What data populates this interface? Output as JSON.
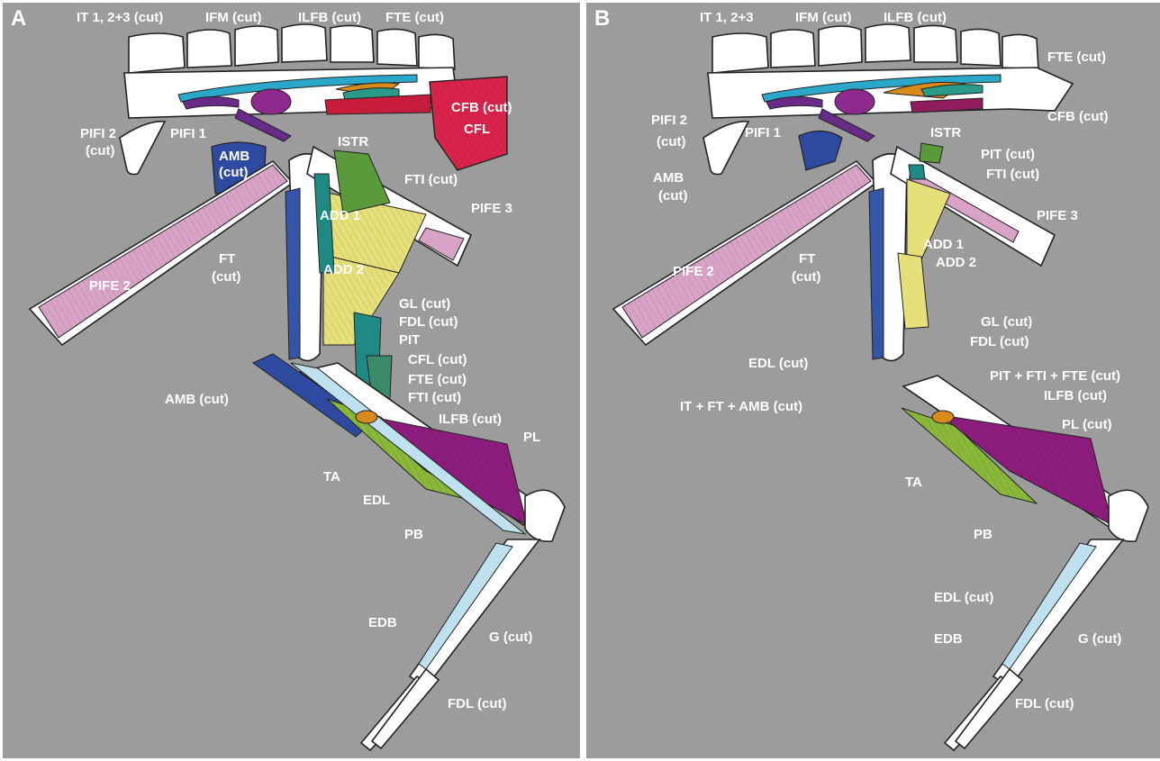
{
  "panels": [
    {
      "label": "A",
      "labels": {
        "it": "IT 1, 2+3 (cut)",
        "ifm": "IFM (cut)",
        "ilfb_top": "ILFB (cut)",
        "fte_top": "FTE (cut)",
        "pifi2_line1": "PIFI 2",
        "pifi2_line2": "(cut)",
        "pifi1": "PIFI 1",
        "amb_line1": "AMB",
        "amb_line2": "(cut)",
        "cfb_cut": "CFB (cut)",
        "cfl": "CFL",
        "istr": "ISTR",
        "fti_cut": "FTI (cut)",
        "add1": "ADD 1",
        "pife3": "PIFE 3",
        "ft_line1": "FT",
        "ft_line2": "(cut)",
        "add2": "ADD 2",
        "pife2": "PIFE 2",
        "gl_cut": "GL (cut)",
        "fdl_cut_upper": "FDL (cut)",
        "pit": "PIT",
        "cfl_cut": "CFL (cut)",
        "fte_cut": "FTE (cut)",
        "fti_cut2": "FTI (cut)",
        "amb_cut": "AMB (cut)",
        "ilfb_cut": "ILFB (cut)",
        "pl": "PL",
        "ta": "TA",
        "edl": "EDL",
        "pb": "PB",
        "edb": "EDB",
        "g_cut": "G (cut)",
        "fdl_cut_lower": "FDL (cut)"
      }
    },
    {
      "label": "B",
      "labels": {
        "it": "IT 1, 2+3",
        "ifm": "IFM (cut)",
        "ilfb_top": "ILFB (cut)",
        "fte_top": "FTE (cut)",
        "pifi2_line1": "PIFI 2",
        "pifi2_line2": "(cut)",
        "pifi1": "PIFI 1",
        "cfb_cut": "CFB (cut)",
        "istr": "ISTR",
        "amb_line1": "AMB",
        "amb_line2": "(cut)",
        "pit_cut": "PIT (cut)",
        "fti_cut": "FTI (cut)",
        "pife3": "PIFE 3",
        "add1": "ADD 1",
        "add2": "ADD 2",
        "pife2": "PIFE 2",
        "ft_line1": "FT",
        "ft_line2": "(cut)",
        "gl_cut": "GL (cut)",
        "fdl_cut_upper": "FDL (cut)",
        "edl_cut_upper": "EDL (cut)",
        "pit_fti_fte": "PIT + FTI + FTE (cut)",
        "ilfb_cut": "ILFB (cut)",
        "it_ft_amb": "IT + FT + AMB (cut)",
        "pl_cut": "PL (cut)",
        "ta": "TA",
        "pb": "PB",
        "edl_cut_lower": "EDL (cut)",
        "edb": "EDB",
        "g_cut": "G (cut)",
        "fdl_cut_lower": "FDL (cut)"
      }
    }
  ],
  "colors": {
    "background": "#9c9c9c",
    "bone": "#ffffff",
    "pife": "#d9a3c8",
    "amb": "#2e4aa0",
    "ft": "#3556a8",
    "cfl": "#d9234a",
    "add": "#e6e07a",
    "fti": "#5a9a3a",
    "gl": "#1f8a84",
    "pl": "#8e1c7e",
    "ta": "#8ab83a",
    "edl": "#bfe0ee",
    "ilfb": "#d88a1a",
    "it": "#2aa7c9",
    "pifi": "#6a2a8a"
  }
}
